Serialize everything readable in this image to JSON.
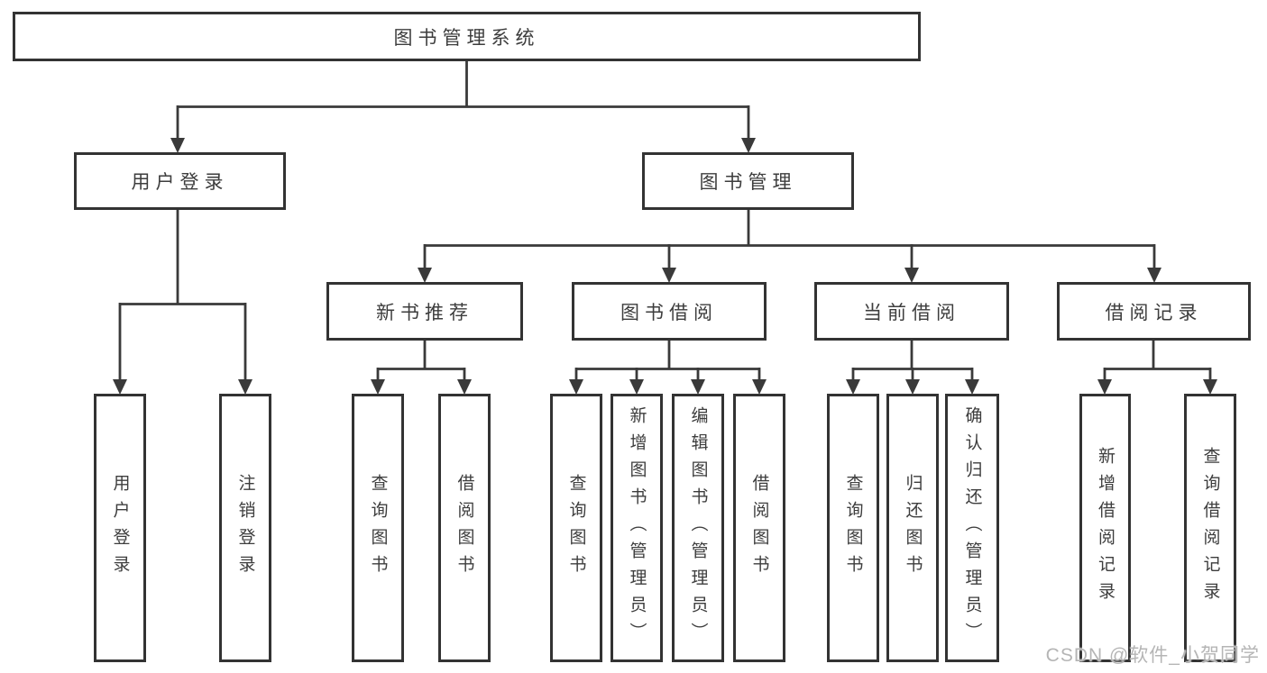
{
  "tree": {
    "root": {
      "label": "图书管理系统",
      "children": [
        {
          "label": "用户登录",
          "children": [
            {
              "label": "用户登录"
            },
            {
              "label": "注销登录"
            }
          ]
        },
        {
          "label": "图书管理",
          "children": [
            {
              "label": "新书推荐",
              "children": [
                {
                  "label": "查询图书"
                },
                {
                  "label": "借阅图书"
                }
              ]
            },
            {
              "label": "图书借阅",
              "children": [
                {
                  "label": "查询图书"
                },
                {
                  "label": "新增图书（管理员）"
                },
                {
                  "label": "编辑图书（管理员）"
                },
                {
                  "label": "借阅图书"
                }
              ]
            },
            {
              "label": "当前借阅",
              "children": [
                {
                  "label": "查询图书"
                },
                {
                  "label": "归还图书"
                },
                {
                  "label": "确认归还（管理员）"
                }
              ]
            },
            {
              "label": "借阅记录",
              "children": [
                {
                  "label": "新增借阅记录"
                },
                {
                  "label": "查询借阅记录"
                }
              ]
            }
          ]
        }
      ]
    }
  },
  "watermark": {
    "text": "CSDN @软件_小贺同学"
  },
  "colors": {
    "line": "#3a3a3a",
    "box_border": "#333333",
    "text": "#3d3d3d",
    "watermark": "#b5b5b5",
    "background": "#ffffff"
  }
}
